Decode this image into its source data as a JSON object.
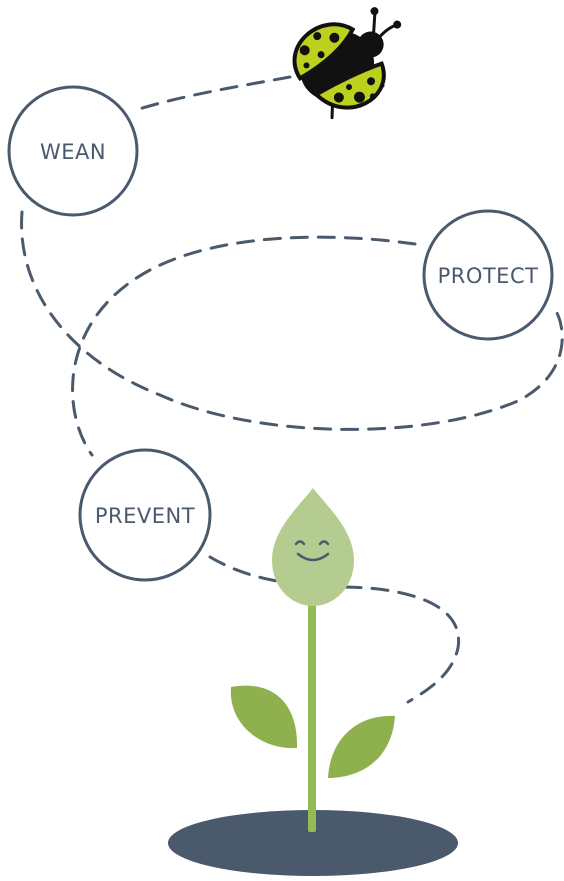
{
  "steps": [
    {
      "id": "wean",
      "label": "WEAN"
    },
    {
      "id": "protect",
      "label": "PROTECT"
    },
    {
      "id": "prevent",
      "label": "PREVENT"
    }
  ],
  "colors": {
    "outline": "#4a5a6c",
    "ladybug_shell": "#bcd11e",
    "ladybug_body": "#111111",
    "bud": "#b4cc8f",
    "leaf": "#8fb14d",
    "stem": "#95bb55",
    "ground": "#4a5a6c"
  },
  "icons": {
    "insect": "ladybug-icon",
    "plant": "seedling-icon"
  }
}
